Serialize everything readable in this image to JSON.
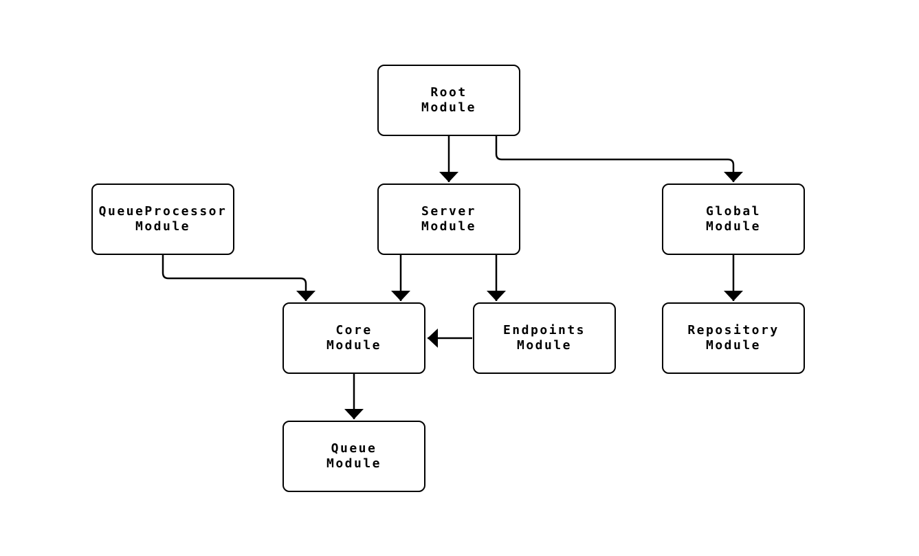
{
  "diagram": {
    "type": "flowchart",
    "background_color": "#ffffff",
    "node_fill_color": "#ffffff",
    "node_border_color": "#000000",
    "edge_color": "#000000",
    "text_color": "#000000",
    "nodes": [
      {
        "id": "root",
        "line1": "Root",
        "line2": "Module"
      },
      {
        "id": "queueprocessor",
        "line1": "QueueProcessor",
        "line2": "Module"
      },
      {
        "id": "server",
        "line1": "Server",
        "line2": "Module"
      },
      {
        "id": "global",
        "line1": "Global",
        "line2": "Module"
      },
      {
        "id": "core",
        "line1": "Core",
        "line2": "Module"
      },
      {
        "id": "endpoints",
        "line1": "Endpoints",
        "line2": "Module"
      },
      {
        "id": "repository",
        "line1": "Repository",
        "line2": "Module"
      },
      {
        "id": "queue",
        "line1": "Queue",
        "line2": "Module"
      }
    ],
    "edges": [
      {
        "from": "Root Module",
        "to": "Server Module"
      },
      {
        "from": "Root Module",
        "to": "Global Module"
      },
      {
        "from": "QueueProcessor Module",
        "to": "Core Module"
      },
      {
        "from": "Server Module",
        "to": "Core Module"
      },
      {
        "from": "Server Module",
        "to": "Endpoints Module"
      },
      {
        "from": "Endpoints Module",
        "to": "Core Module"
      },
      {
        "from": "Core Module",
        "to": "Queue Module"
      },
      {
        "from": "Global Module",
        "to": "Repository Module"
      }
    ]
  }
}
